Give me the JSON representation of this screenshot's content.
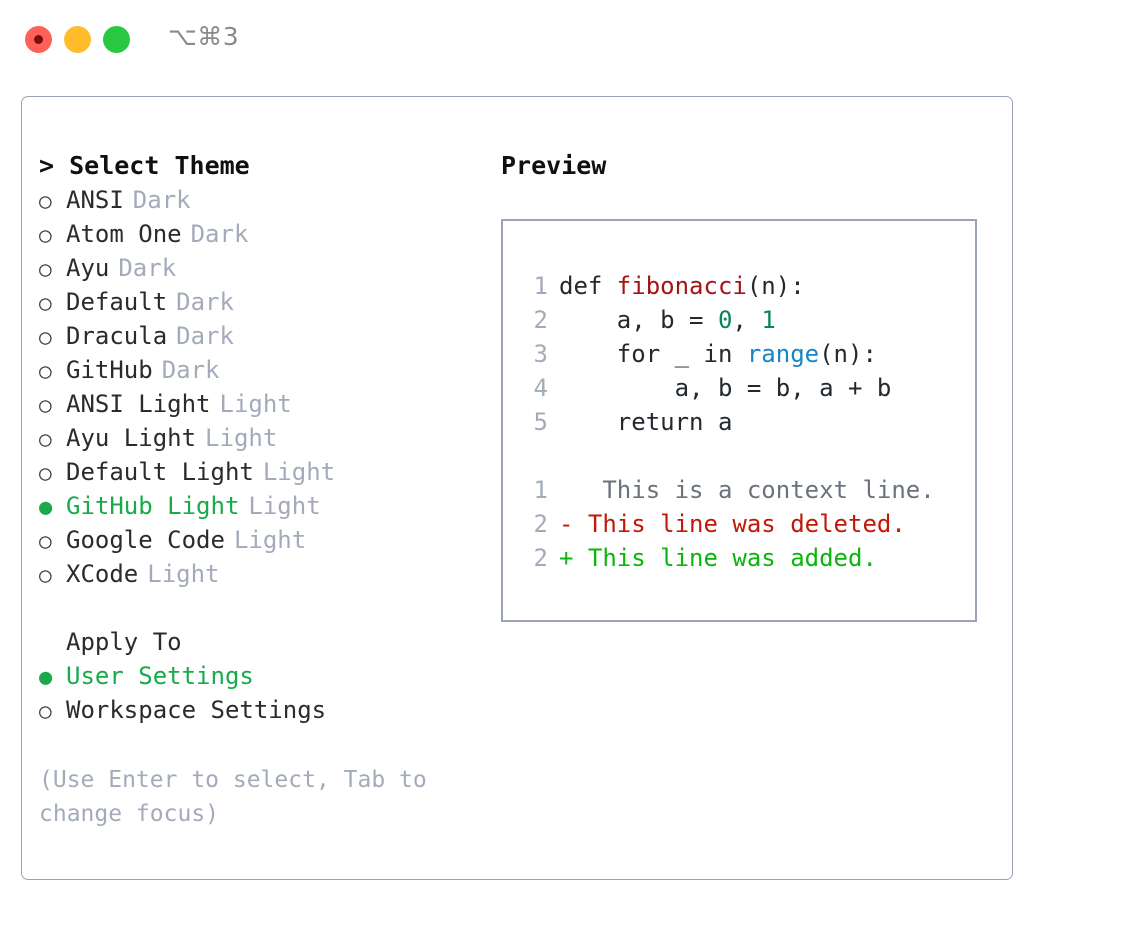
{
  "window": {
    "title": "⌥⌘3",
    "controls": [
      {
        "name": "close",
        "color": "#ff6058"
      },
      {
        "name": "minimize",
        "color": "#ffbd2e"
      },
      {
        "name": "zoom",
        "color": "#28c941"
      }
    ]
  },
  "theme_picker": {
    "header": "> Select Theme",
    "marker_selected": "●",
    "marker_unselected": "○",
    "options": [
      {
        "label": "ANSI",
        "tag": "Dark",
        "selected": false
      },
      {
        "label": "Atom One",
        "tag": "Dark",
        "selected": false
      },
      {
        "label": "Ayu",
        "tag": "Dark",
        "selected": false
      },
      {
        "label": "Default",
        "tag": "Dark",
        "selected": false
      },
      {
        "label": "Dracula",
        "tag": "Dark",
        "selected": false
      },
      {
        "label": "GitHub",
        "tag": "Dark",
        "selected": false
      },
      {
        "label": "ANSI Light",
        "tag": "Light",
        "selected": false
      },
      {
        "label": "Ayu Light",
        "tag": "Light",
        "selected": false
      },
      {
        "label": "Default Light",
        "tag": "Light",
        "selected": false
      },
      {
        "label": "GitHub Light",
        "tag": "Light",
        "selected": true
      },
      {
        "label": "Google Code",
        "tag": "Light",
        "selected": false
      },
      {
        "label": "XCode",
        "tag": "Light",
        "selected": false
      }
    ]
  },
  "apply_to": {
    "header": "Apply To",
    "options": [
      {
        "label": "User Settings",
        "selected": true
      },
      {
        "label": "Workspace Settings",
        "selected": false
      }
    ]
  },
  "hint": "(Use Enter to select, Tab to change focus)",
  "preview": {
    "header": "Preview",
    "code_lines": [
      {
        "number": "1",
        "segments": [
          {
            "text": "def ",
            "style": "plain"
          },
          {
            "text": "fibonacci",
            "style": "fn"
          },
          {
            "text": "(n):",
            "style": "plain"
          }
        ]
      },
      {
        "number": "2",
        "segments": [
          {
            "text": "    a, b = ",
            "style": "plain"
          },
          {
            "text": "0",
            "style": "num"
          },
          {
            "text": ", ",
            "style": "plain"
          },
          {
            "text": "1",
            "style": "num"
          }
        ]
      },
      {
        "number": "3",
        "segments": [
          {
            "text": "    for _ in ",
            "style": "plain"
          },
          {
            "text": "range",
            "style": "call"
          },
          {
            "text": "(n):",
            "style": "plain"
          }
        ]
      },
      {
        "number": "4",
        "segments": [
          {
            "text": "        a, b = b, a + b",
            "style": "plain"
          }
        ]
      },
      {
        "number": "5",
        "segments": [
          {
            "text": "    return a",
            "style": "plain"
          }
        ]
      }
    ],
    "diff_lines": [
      {
        "number": "1",
        "marker": " ",
        "text": "  This is a context line.",
        "kind": "context"
      },
      {
        "number": "2",
        "marker": "-",
        "text": " This line was deleted.",
        "kind": "deleted"
      },
      {
        "number": "2",
        "marker": "+",
        "text": " This line was added.",
        "kind": "added"
      }
    ]
  },
  "colors": {
    "accent_green": "#1aaa4b",
    "muted": "#a3abbb",
    "border": "#9aa4b4",
    "fn_red": "#a31515",
    "num_teal": "#098658",
    "call_blue": "#1785c4",
    "diff_delete": "#c21807",
    "diff_add": "#0bb50b",
    "diff_context": "#6a737d"
  }
}
